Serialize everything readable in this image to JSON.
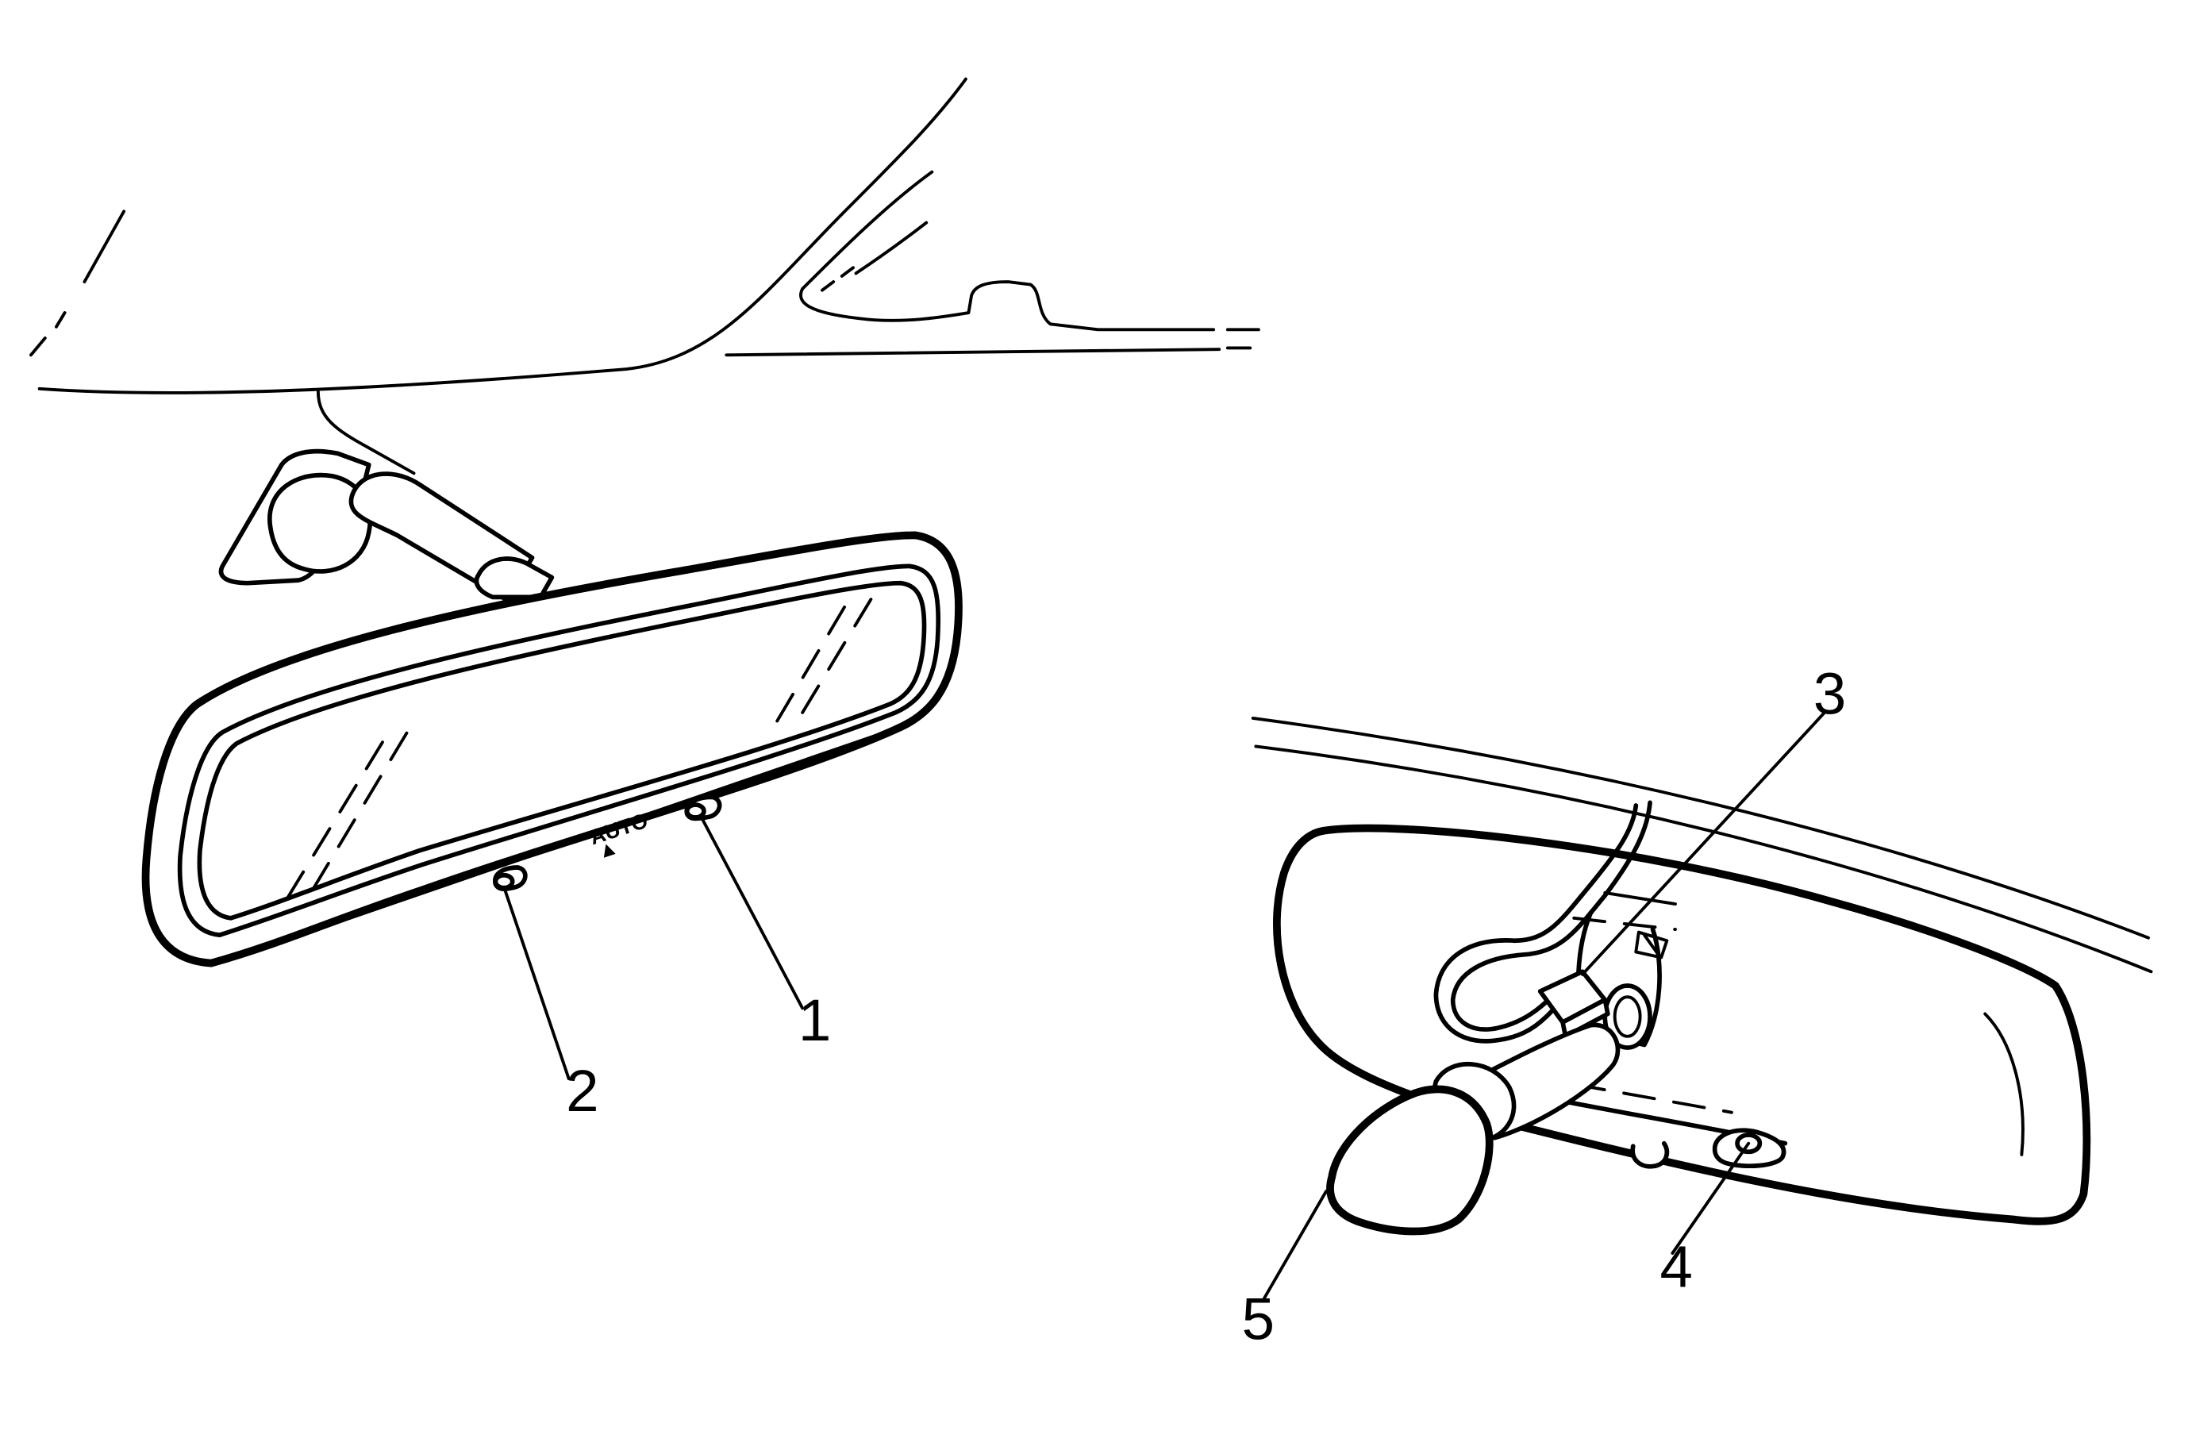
{
  "figure": {
    "auto_label": "AUTO",
    "auto_marker": "▲",
    "callouts": [
      {
        "id": "1",
        "label": "1"
      },
      {
        "id": "2",
        "label": "2"
      },
      {
        "id": "3",
        "label": "3"
      },
      {
        "id": "4",
        "label": "4"
      },
      {
        "id": "5",
        "label": "5"
      }
    ]
  }
}
